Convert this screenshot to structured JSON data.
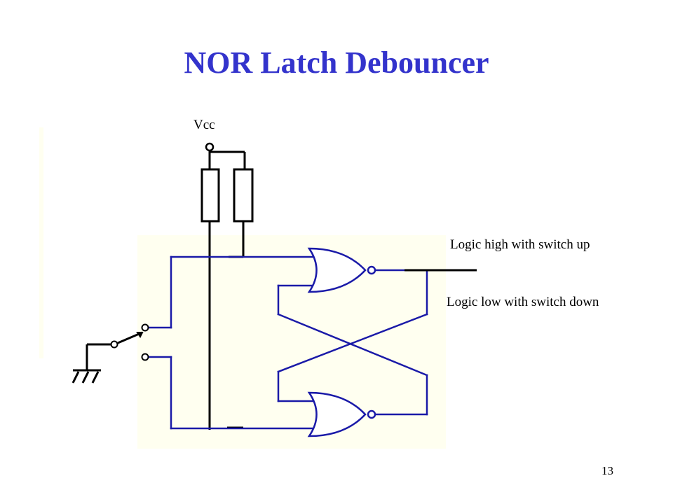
{
  "slide": {
    "title": "NOR Latch Debouncer",
    "page_number": "13",
    "title_color": "#3333cc"
  },
  "diagram": {
    "supply_label": "Vcc",
    "output_labels": {
      "high": "Logic high with switch up",
      "low": "Logic low with switch down"
    },
    "colors": {
      "wire": "#1a1aa8",
      "component": "#000000",
      "panel": "#fffff0"
    },
    "components": [
      {
        "name": "nor-gate",
        "count": 2
      },
      {
        "name": "pull-up-resistor",
        "count": 2
      },
      {
        "name": "spdt-switch",
        "count": 1
      },
      {
        "name": "ground",
        "count": 1
      }
    ]
  }
}
